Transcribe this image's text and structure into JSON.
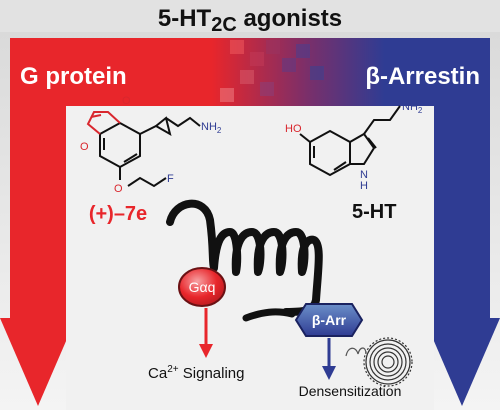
{
  "title": {
    "main": "5-HT",
    "sub": "2C",
    "rest": " agonists"
  },
  "pathways": {
    "left": "G protein",
    "right": "β-Arrestin"
  },
  "compounds": {
    "left_name": "(+)–7e",
    "right_name": "5-HT",
    "atoms": {
      "nh2": "NH",
      "nh2_sub": "2",
      "f": "F",
      "ho": "HO",
      "nh": "N",
      "nh_h": "H"
    }
  },
  "receptor": {
    "g_protein_label": "Gαq",
    "arrestin_label": "β-Arr"
  },
  "outcomes": {
    "ca_prefix": "Ca",
    "ca_sup": "2+",
    "ca_suffix": " Signaling",
    "desensitization": "Densensitization"
  },
  "colors": {
    "g_protein": "#e8262b",
    "arrestin": "#2f3c93",
    "background": "#eeeeee",
    "compound_red": "#d9272e",
    "compound_blue": "#2f3c93"
  }
}
